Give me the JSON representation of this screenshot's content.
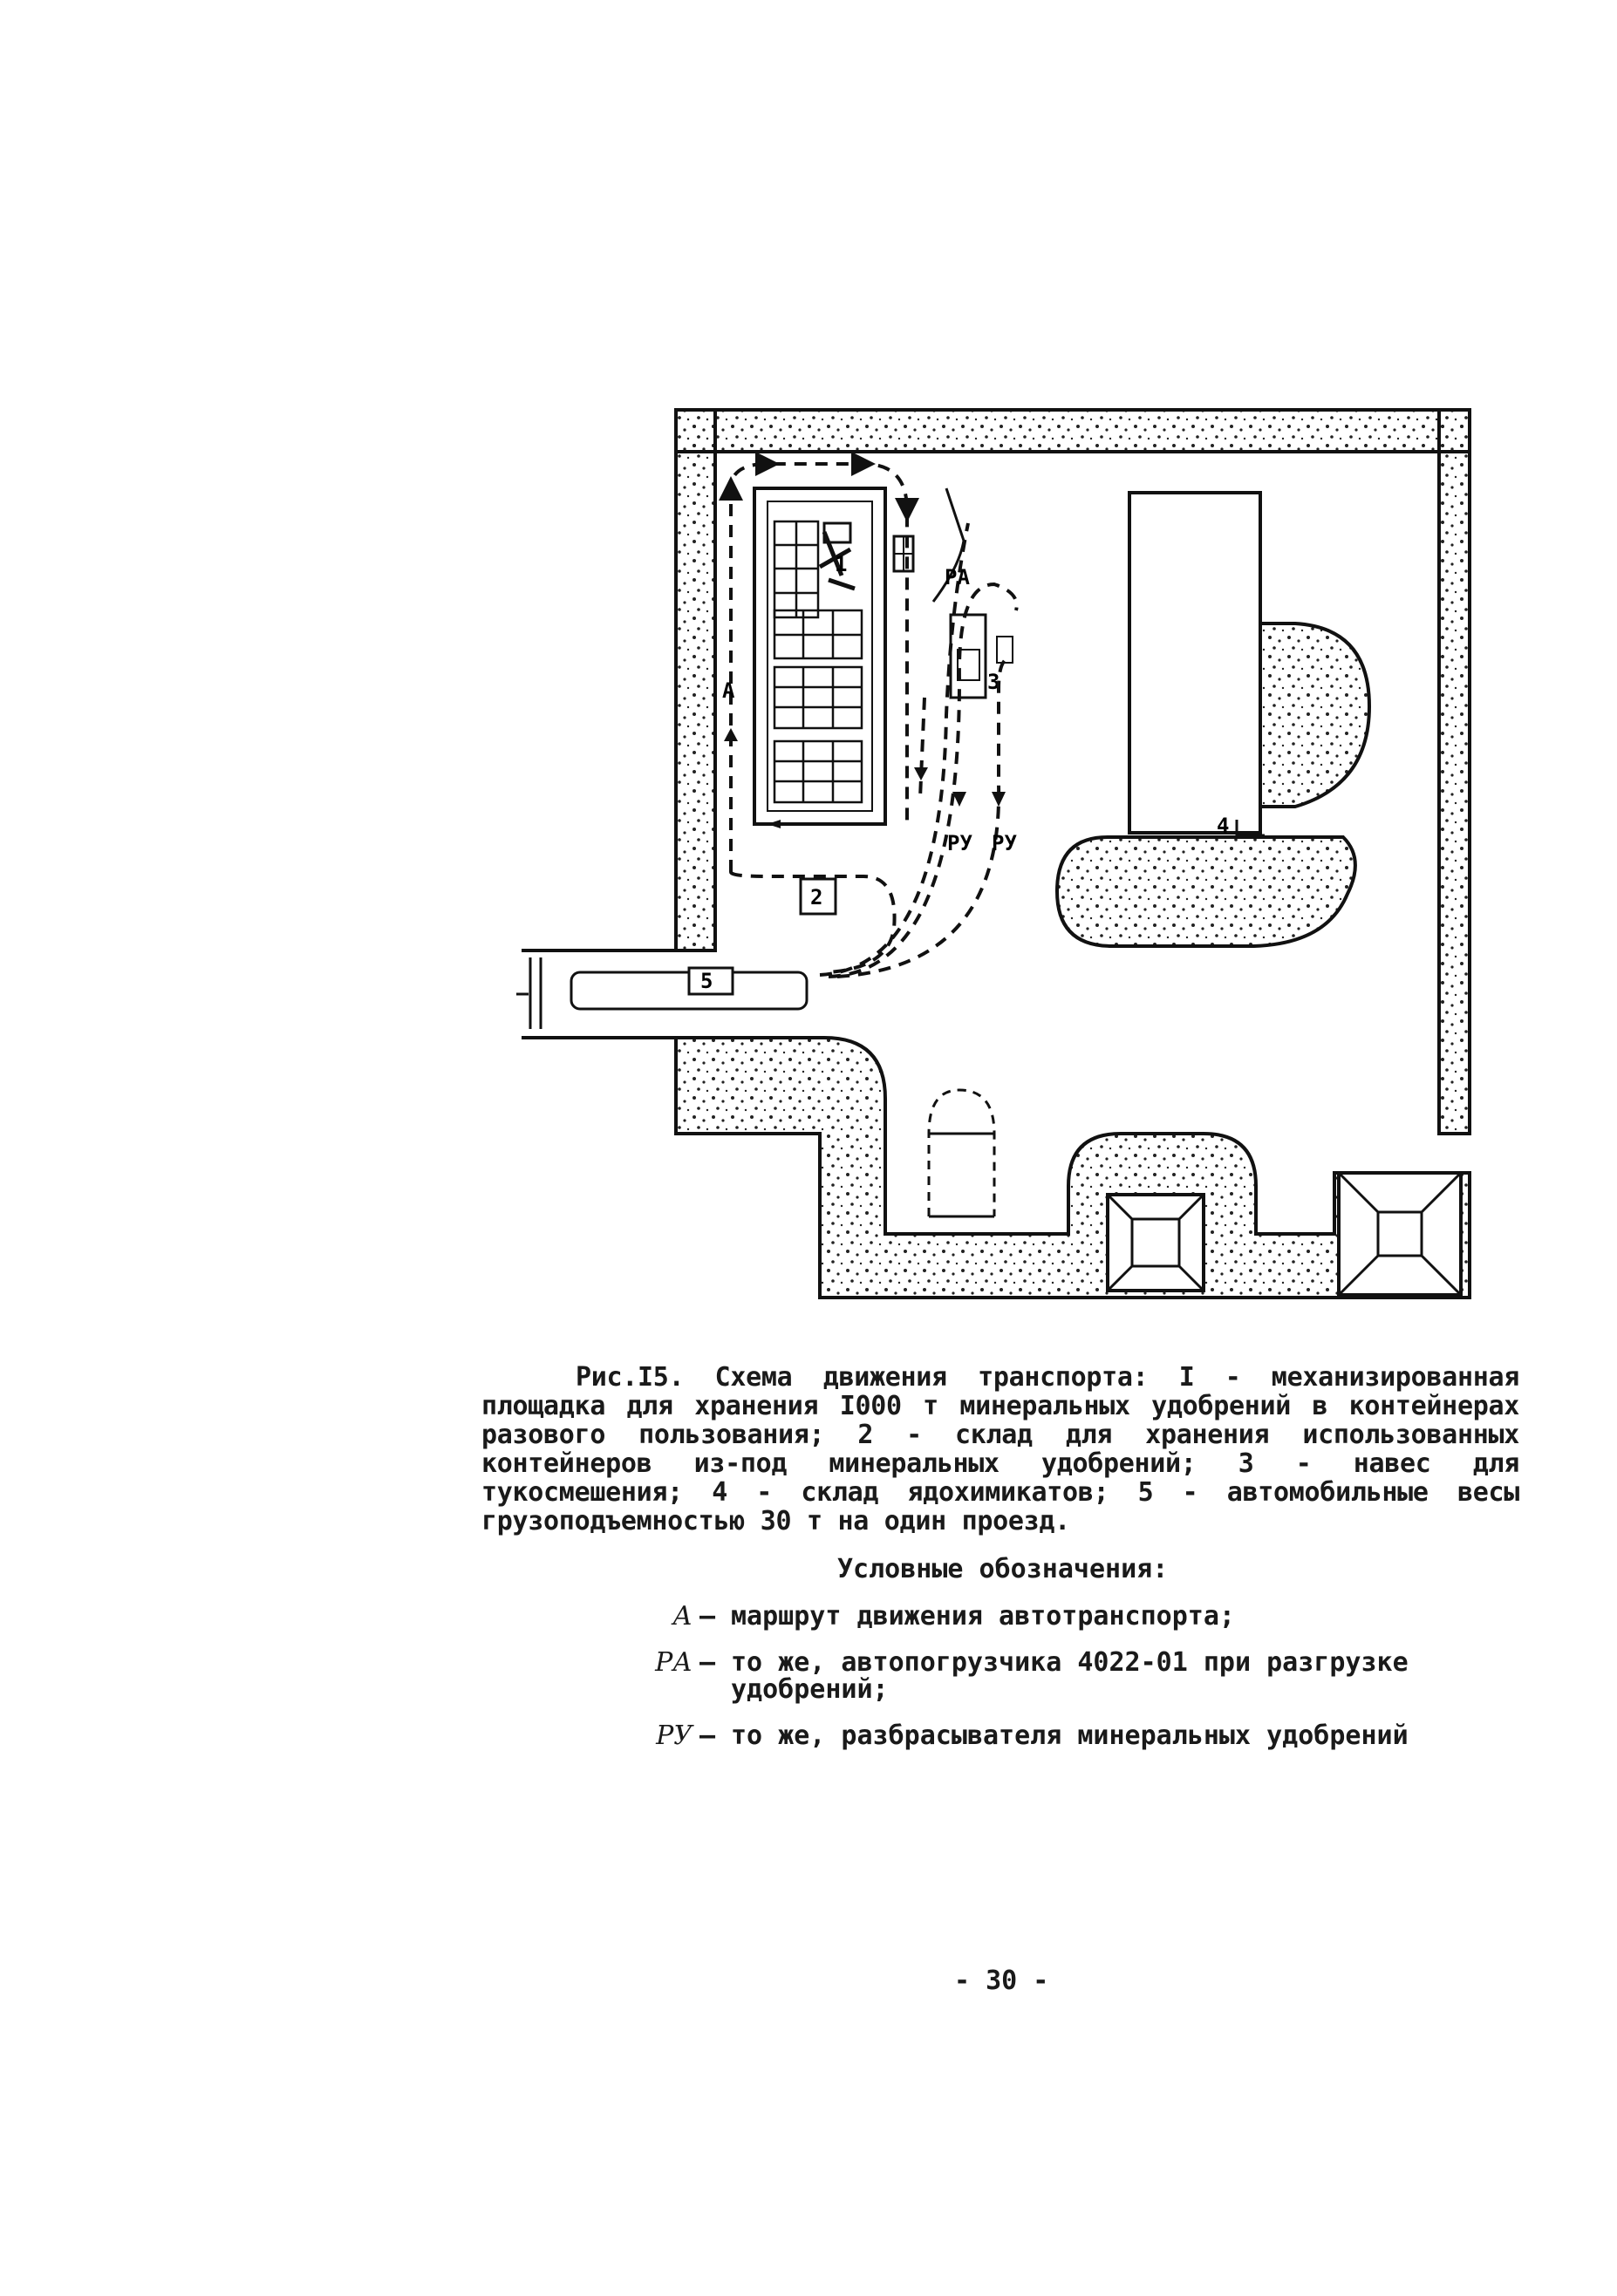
{
  "diagram": {
    "marks": {
      "num1": "1",
      "num2": "2",
      "num3": "3",
      "num4": "4",
      "num5": "5"
    },
    "route_labels": {
      "a": "А",
      "ra": "РА",
      "ry1": "РУ",
      "ry2": "РУ"
    }
  },
  "caption": {
    "line1": "Рис.I5. Схема движения транспорта: I - механизированная",
    "rest": "площадка для хранения I000 т минеральных удобрений в контейнерах разового пользования; 2 - склад для хранения использованных контейнеров из-под минеральных удобрений; 3 - навес для тукосмешения; 4 - склад ядохимикатов; 5 - автомобильные весы грузоподъемностью 30 т на один проезд."
  },
  "legend": {
    "title": "Условные обозначения:",
    "items": [
      {
        "symbol": "А",
        "text": "маршрут движения автотранспорта;"
      },
      {
        "symbol": "РА",
        "text": "то же, автопогрузчика 4022-01 при разгрузке удобрений;"
      },
      {
        "symbol": "РУ",
        "text": "то же, разбрасывателя минеральных удобрений"
      }
    ]
  },
  "page_number": "- 30 -"
}
